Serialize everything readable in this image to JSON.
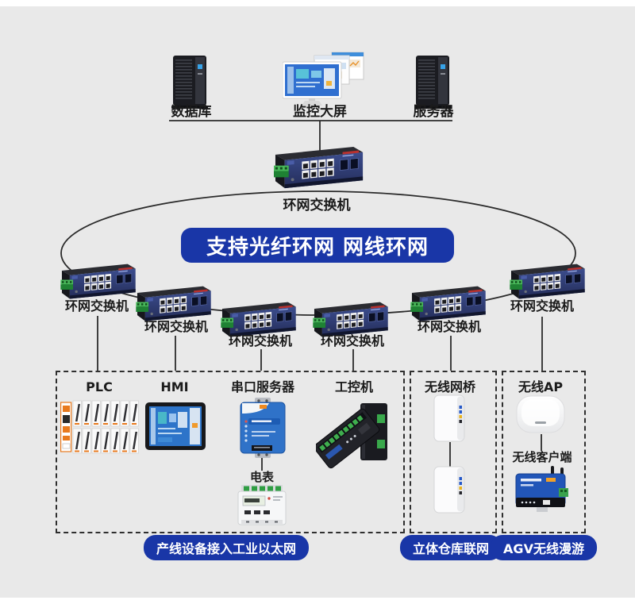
{
  "colors": {
    "accent": "#1936a7",
    "background": "#e9e9e9",
    "line": "#2b2b2b"
  },
  "top_bar": {
    "devices": [
      {
        "id": "database",
        "label": "数据库"
      },
      {
        "id": "monitor-wall",
        "label": "监控大屏"
      },
      {
        "id": "server",
        "label": "服务器"
      }
    ]
  },
  "core_switch": {
    "label": "环网交换机"
  },
  "banner": {
    "text": "支持光纤环网 网线环网"
  },
  "ring": {
    "switches": [
      {
        "label": "环网交换机"
      },
      {
        "label": "环网交换机"
      },
      {
        "label": "环网交换机"
      },
      {
        "label": "环网交换机"
      },
      {
        "label": "环网交换机"
      },
      {
        "label": "环网交换机"
      }
    ]
  },
  "zones": {
    "production": {
      "chip": "产线设备接入工业以太网",
      "devices": [
        {
          "id": "plc",
          "label": "PLC"
        },
        {
          "id": "hmi",
          "label": "HMI"
        },
        {
          "id": "serial-server",
          "label": "串口服务器"
        },
        {
          "id": "ipc",
          "label": "工控机"
        },
        {
          "id": "meter",
          "label": "电表"
        }
      ]
    },
    "warehouse": {
      "chip": "立体仓库联网",
      "devices": [
        {
          "id": "wireless-bridge",
          "label": "无线网桥"
        }
      ]
    },
    "agv": {
      "chip": "AGV无线漫游",
      "devices": [
        {
          "id": "wireless-ap",
          "label": "无线AP"
        },
        {
          "id": "wireless-client",
          "label": "无线客户端"
        }
      ]
    }
  }
}
